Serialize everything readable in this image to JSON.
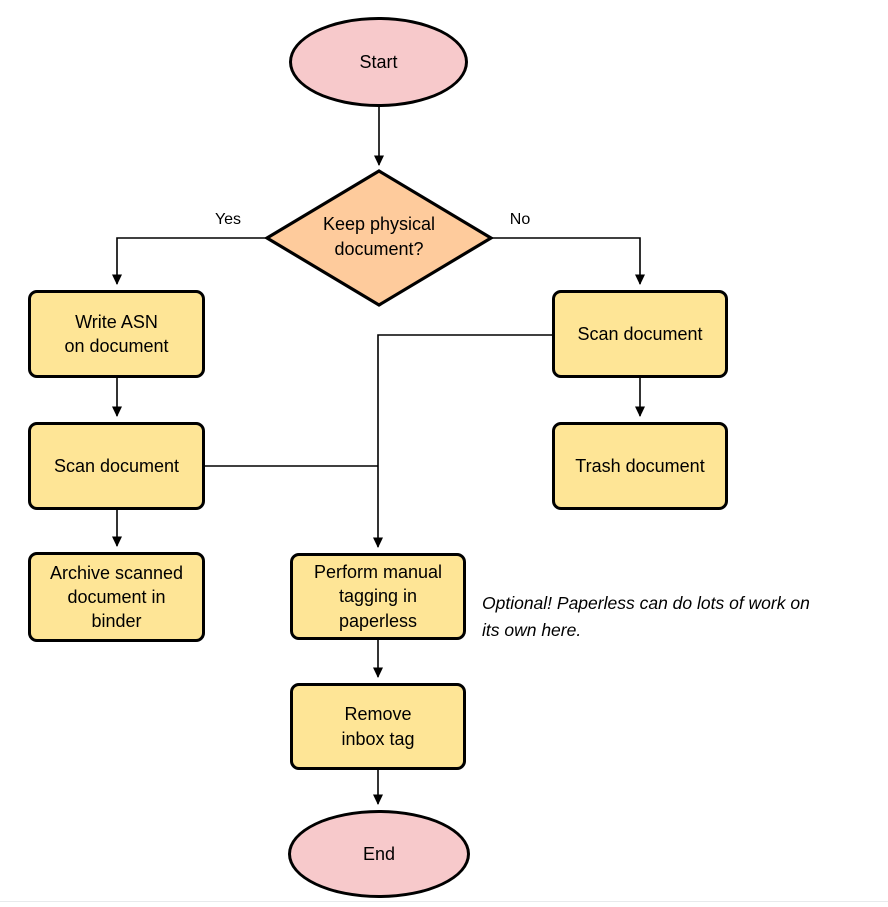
{
  "diagram": {
    "type": "flowchart",
    "nodes": {
      "start": {
        "label": "Start",
        "shape": "terminator"
      },
      "decision_keep_physical": {
        "label": "Keep physical\ndocument?",
        "shape": "decision"
      },
      "write_asn": {
        "label": "Write ASN\non document",
        "shape": "process"
      },
      "scan_document_left": {
        "label": "Scan document",
        "shape": "process"
      },
      "archive_in_binder": {
        "label": "Archive scanned\ndocument in\nbinder",
        "shape": "process"
      },
      "scan_document_right": {
        "label": "Scan document",
        "shape": "process"
      },
      "trash_document": {
        "label": "Trash document",
        "shape": "process"
      },
      "manual_tagging": {
        "label": "Perform manual\ntagging in\npaperless",
        "shape": "process"
      },
      "remove_inbox_tag": {
        "label": "Remove\ninbox tag",
        "shape": "process"
      },
      "end": {
        "label": "End",
        "shape": "terminator"
      }
    },
    "edge_labels": {
      "yes": "Yes",
      "no": "No"
    },
    "annotation": "Optional! Paperless can do lots of work on\nits own here.",
    "colors": {
      "terminator_fill": "#f7c9cb",
      "decision_fill": "#fecb9c",
      "process_fill": "#fee596",
      "stroke": "#000000",
      "text": "#000000"
    }
  }
}
